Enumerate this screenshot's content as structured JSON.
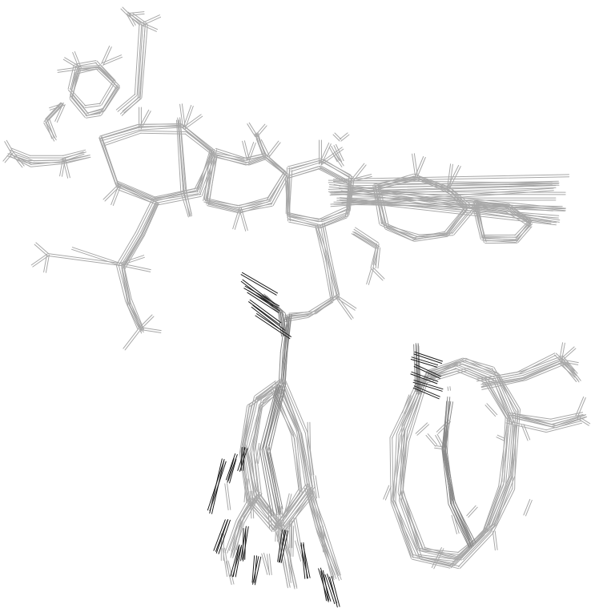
{
  "figure": {
    "kind": "molecular-superposition",
    "colors": {
      "background": "#ffffff",
      "light_bond": "#a8a8a8",
      "mid_bond": "#8a8a8a",
      "dark_bond": "#1e1e1e"
    },
    "panels": [
      {
        "name": "main-overlay",
        "description_visible": false
      },
      {
        "name": "inset-overlay",
        "description_visible": false
      }
    ]
  }
}
